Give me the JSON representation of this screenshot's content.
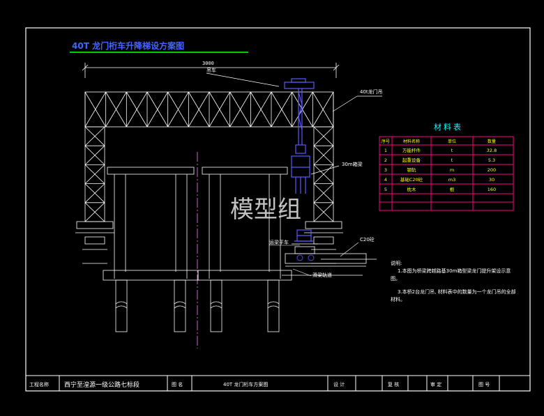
{
  "title": "40T 龙门桁车升降梯设方案图",
  "labels": {
    "span": "3000",
    "hoist_note": "吊车",
    "gantry": "40t龙门吊",
    "beam": "30m箱梁",
    "cart": "运梁平车",
    "concrete": "C20砼",
    "track": "滑梁轨道"
  },
  "materials": {
    "title": "材料表",
    "headers": [
      "序号",
      "材料名称",
      "单位",
      "数量"
    ],
    "rows": [
      [
        "1",
        "万能杆件",
        "t",
        "32.8"
      ],
      [
        "2",
        "起重设备",
        "t",
        "5.3"
      ],
      [
        "3",
        "钢轨",
        "m",
        "200"
      ],
      [
        "4",
        "基础C20砼",
        "m3",
        "30"
      ],
      [
        "5",
        "枕木",
        "根",
        "160"
      ]
    ]
  },
  "notes": {
    "heading": "说明:",
    "items": [
      "1.本图为桥梁跨越路基30m箱型梁龙门提升架设示意图。",
      "3.本桥2台龙门吊, 材料表中的数量为一个龙门吊的全部材料。"
    ]
  },
  "watermark": "模型组",
  "title_block": {
    "project_label": "工程名称",
    "project_value": "西宁至湟源一级公路七标段",
    "drawing_label": "图 名",
    "drawing_value": "40T 龙门桁车方案图",
    "design_label": "设 计",
    "review_label": "复 核",
    "approve_label": "审 定",
    "number_label": "图 号"
  },
  "colors": {
    "frame": "#ffffff",
    "title": "#4466ff",
    "title_underline": "#00cc00",
    "table_title": "#00ffff",
    "table_grid": "#ff0080",
    "table_text": "#ffff00",
    "hoist": "#5a5aff",
    "center_line": "#cc66cc",
    "watermark": "#dddddd"
  }
}
